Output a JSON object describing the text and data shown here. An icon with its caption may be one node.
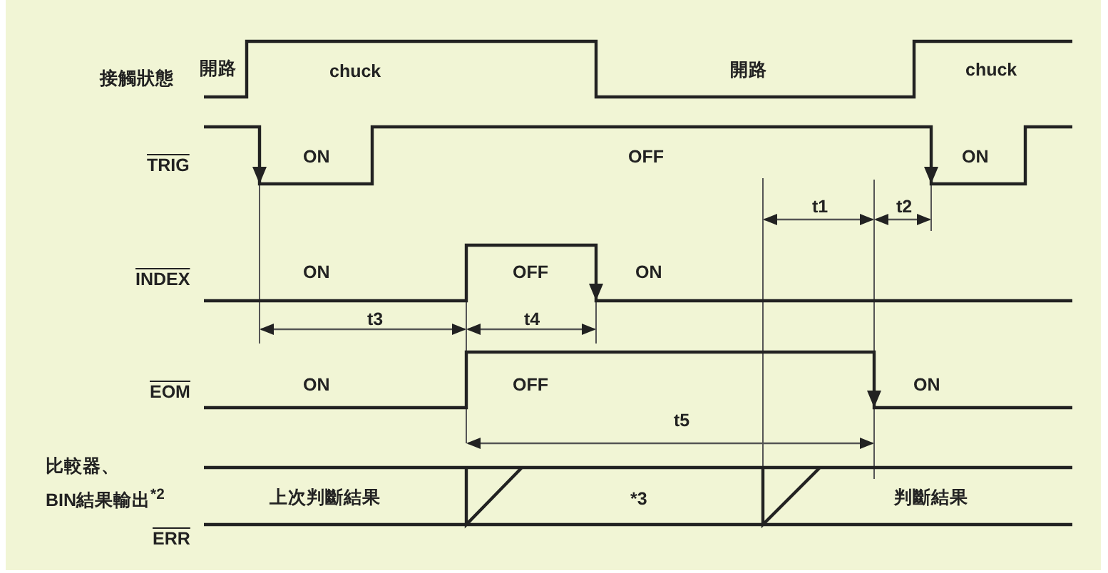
{
  "diagram": {
    "labels": [
      "接觸狀態",
      "開路",
      "chuck",
      "開路",
      "chuck",
      "TRIG",
      "ON",
      "OFF",
      "ON",
      "t1",
      "t2",
      "INDEX",
      "ON",
      "OFF",
      "ON",
      "t3",
      "t4",
      "EOM",
      "ON",
      "OFF",
      "ON",
      "t5",
      "比較器、",
      "BIN結果輸出$^{*2}$",
      "上次判斷結果",
      "*3",
      "判斷結果",
      "ERR"
    ]
  }
}
